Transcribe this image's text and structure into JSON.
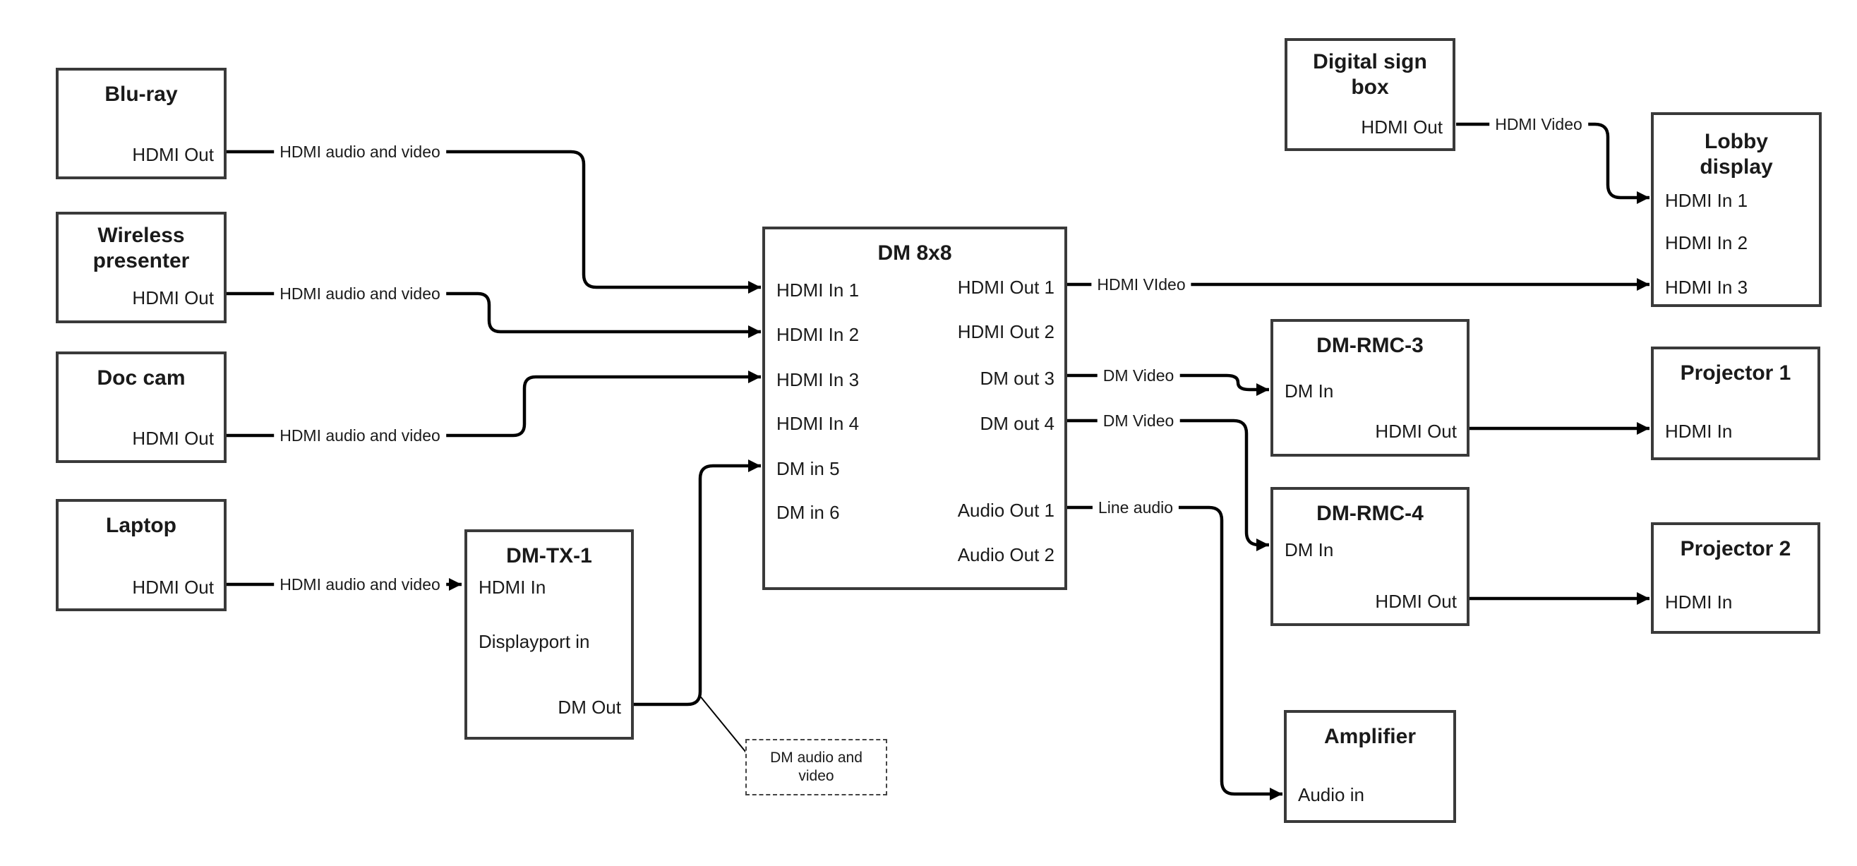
{
  "colors": {
    "background": "#ffffff",
    "box_border": "#3a3a3a",
    "wire": "#000000",
    "text": "#1a1a1a"
  },
  "nodes": {
    "bluray": {
      "title": "Blu-ray",
      "ports": {
        "hdmi_out": "HDMI Out"
      }
    },
    "wireless": {
      "title": "Wireless presenter",
      "ports": {
        "hdmi_out": "HDMI Out"
      }
    },
    "doccam": {
      "title": "Doc cam",
      "ports": {
        "hdmi_out": "HDMI Out"
      }
    },
    "laptop": {
      "title": "Laptop",
      "ports": {
        "hdmi_out": "HDMI Out"
      }
    },
    "dmtx1": {
      "title": "DM-TX-1",
      "ports": {
        "hdmi_in": "HDMI In",
        "displayport_in": "Displayport in",
        "dm_out": "DM Out"
      }
    },
    "dm8x8": {
      "title": "DM 8x8",
      "inputs": [
        "HDMI In 1",
        "HDMI In 2",
        "HDMI In 3",
        "HDMI In 4",
        "DM in 5",
        "DM in 6"
      ],
      "outputs": [
        "HDMI Out 1",
        "HDMI Out 2",
        "DM out 3",
        "DM out 4",
        "Audio Out 1",
        "Audio Out 2"
      ]
    },
    "digital_sign": {
      "title": "Digital sign box",
      "ports": {
        "hdmi_out": "HDMI Out"
      }
    },
    "lobby": {
      "title": "Lobby display",
      "inputs": [
        "HDMI In 1",
        "HDMI In 2",
        "HDMI In 3"
      ]
    },
    "rmc3": {
      "title": "DM-RMC-3",
      "ports": {
        "dm_in": "DM In",
        "hdmi_out": "HDMI Out"
      }
    },
    "rmc4": {
      "title": "DM-RMC-4",
      "ports": {
        "dm_in": "DM In",
        "hdmi_out": "HDMI Out"
      }
    },
    "proj1": {
      "title": "Projector 1",
      "ports": {
        "hdmi_in": "HDMI In"
      }
    },
    "proj2": {
      "title": "Projector 2",
      "ports": {
        "hdmi_in": "HDMI In"
      }
    },
    "amplifier": {
      "title": "Amplifier",
      "ports": {
        "audio_in": "Audio in"
      }
    },
    "callout": {
      "text": "DM audio and video"
    }
  },
  "wire_labels": {
    "hdmi_audio_video": "HDMI audio and video",
    "hdmi_video_out1": "HDMI VIdeo",
    "hdmi_video_sign": "HDMI Video",
    "dm_video_1": "DM Video",
    "dm_video_2": "DM Video",
    "line_audio": "Line audio"
  }
}
